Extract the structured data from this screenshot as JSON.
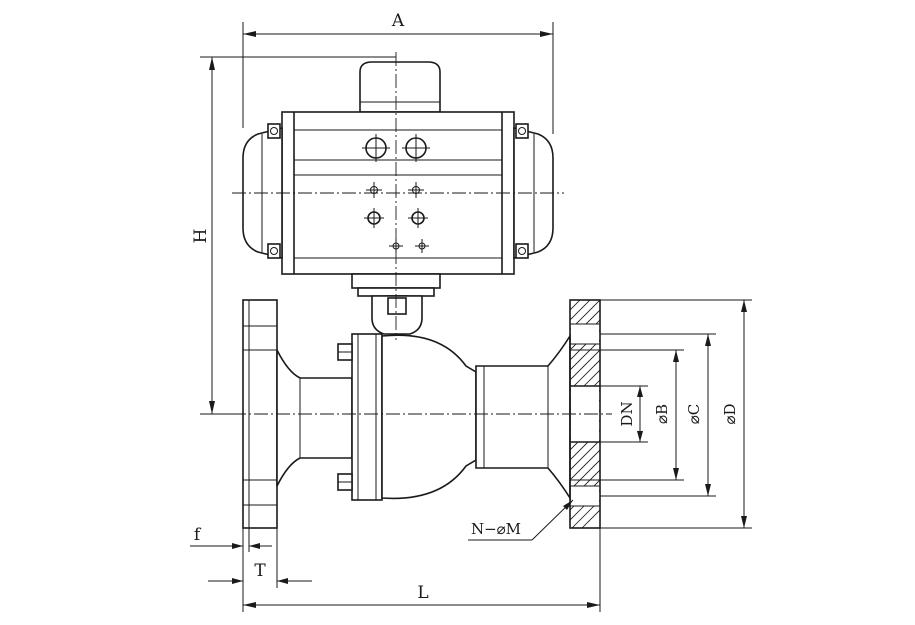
{
  "labels": {
    "A": "A",
    "H": "H",
    "L": "L",
    "f": "f",
    "T": "T",
    "DN": "DN",
    "B": "⌀B",
    "C": "⌀C",
    "D": "⌀D",
    "NM": "N−⌀M"
  }
}
